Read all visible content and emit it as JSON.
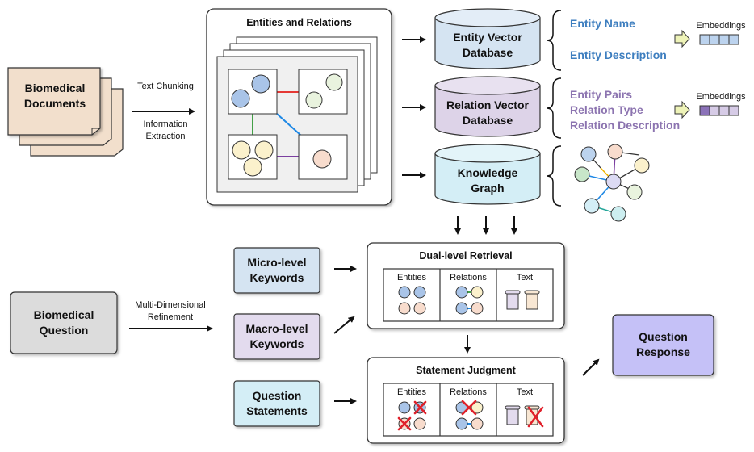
{
  "documents": {
    "label": "Biomedical Documents"
  },
  "chunking": {
    "line1": "Text Chunking",
    "line2": "Information Extraction"
  },
  "entities_panel": {
    "title": "Entities and Relations"
  },
  "databases": {
    "entity": "Entity Vector Database",
    "relation": "Relation Vector Database",
    "graph": "Knowledge Graph"
  },
  "entity_attrs": [
    "Entity Name",
    "Entity Description"
  ],
  "relation_attrs": [
    "Entity Pairs",
    "Relation Type",
    "Relation Description"
  ],
  "embeddings": {
    "label1": "Embeddings",
    "label2": "Embeddings"
  },
  "question": {
    "label": "Biomedical Question"
  },
  "refinement": {
    "line1": "Multi-Dimensional",
    "line2": "Refinement"
  },
  "keywords": {
    "micro": "Micro-level Keywords",
    "macro": "Macro-level Keywords",
    "statements": "Question Statements"
  },
  "retrieval": {
    "title": "Dual-level Retrieval",
    "cols": [
      "Entities",
      "Relations",
      "Text"
    ]
  },
  "judgment": {
    "title": "Statement Judgment",
    "cols": [
      "Entities",
      "Relations",
      "Text"
    ]
  },
  "response": {
    "label": "Question Response"
  },
  "colors": {
    "doc_fill": "#f2dfcc",
    "db_entity": "#d5e4f2",
    "db_relation": "#ddd3e8",
    "db_graph": "#d4eef6",
    "question_fill": "#dcdcdc",
    "micro_fill": "#d5e4f2",
    "macro_fill": "#e3dbee",
    "statement_fill": "#d4eef6",
    "response_fill": "#c5c1f7",
    "entity_text": "#3d7ebf",
    "relation_text": "#8c74b0",
    "cross": "#e0202a"
  }
}
